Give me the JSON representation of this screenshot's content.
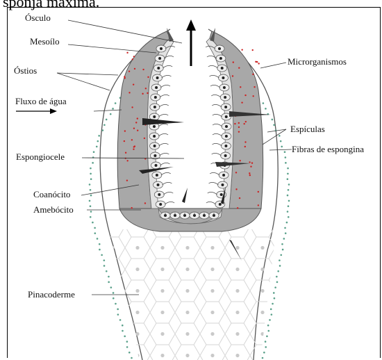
{
  "caption_fragment": "sponja máxima.",
  "labels": {
    "osculo": "Ósculo",
    "mesoilo": "Mesoílo",
    "ostios": "Óstios",
    "fluxo": "Fluxo de água",
    "espongiocele": "Espongiocele",
    "coanocito": "Coanócito",
    "amebocito": "Amebócito",
    "pinacoderme": "Pinacoderme",
    "microrganismos": "Microrganismos",
    "espiculas": "Espículas",
    "fibras": "Fibras de espongina"
  },
  "colors": {
    "mesohyl": "#9a9a9a",
    "cell": "#eeeeee",
    "dots_red": "#cc2222",
    "dots_green": "#5aa08a",
    "hex": "#d8d8d8"
  }
}
